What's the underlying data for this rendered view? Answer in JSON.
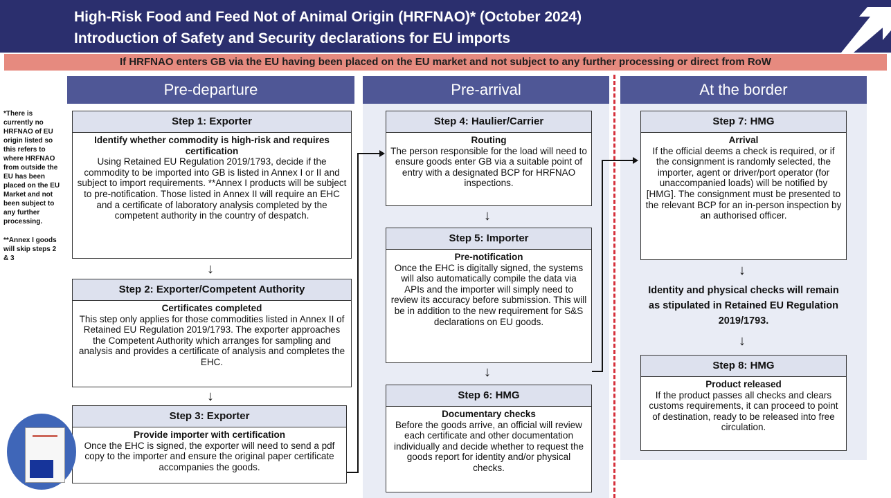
{
  "header": {
    "title_line1": "High-Risk Food and Feed Not of Animal Origin (HRFNAO)* (October 2024)",
    "title_line2": "Introduction of Safety and Security declarations for EU imports",
    "logo_icon": "arrow-up-right-icon"
  },
  "banner": "If HRFNAO enters GB via the EU having been placed on the EU market and not subject to any further processing or direct from RoW",
  "columns": {
    "pre_departure": "Pre-departure",
    "pre_arrival": "Pre-arrival",
    "at_border": "At the border"
  },
  "sidenote": {
    "note1": "*There is currently no HRFNAO of EU origin listed so this refers to where HRFNAO from outside the EU has been placed on the EU Market and not been subject to any further processing.",
    "note2": "**Annex I goods will skip steps 2 & 3"
  },
  "steps": {
    "s1": {
      "title": "Step 1: Exporter",
      "subtitle": "Identify whether commodity is high-risk and requires certification",
      "body": "Using Retained EU Regulation 2019/1793, decide if the commodity to be imported into GB is listed in Annex I or II and subject to import requirements. **Annex I products will be subject to pre-notification. Those listed in Annex II will require an EHC and a certificate of laboratory analysis completed by the competent authority in the country of despatch."
    },
    "s2": {
      "title": "Step 2: Exporter/Competent Authority",
      "subtitle": "Certificates completed",
      "body": "This step only applies for those commodities listed in Annex II of Retained EU Regulation 2019/1793.  The exporter approaches the Competent Authority which arranges for sampling and analysis and provides a certificate of analysis and completes the EHC."
    },
    "s3": {
      "title": "Step 3: Exporter",
      "subtitle": "Provide importer with certification",
      "body": "Once the EHC is signed, the exporter will need to send a pdf copy to the importer and ensure the original paper certificate accompanies the goods."
    },
    "s4": {
      "title": "Step 4: Haulier/Carrier",
      "subtitle": "Routing",
      "body": "The person responsible for the load will need to ensure goods enter GB via a suitable point of entry with a designated BCP for HRFNAO inspections."
    },
    "s5": {
      "title": "Step 5: Importer",
      "subtitle": "Pre-notification",
      "body": "Once the EHC is digitally signed, the systems will also automatically compile the data via APIs and the importer will simply need to review its accuracy before submission. This will be in addition to the new requirement for S&S declarations on EU goods."
    },
    "s6": {
      "title": "Step 6: HMG",
      "subtitle": "Documentary checks",
      "body": "Before the goods arrive, an official  will review each certificate and other documentation individually and decide whether to request the goods report for identity and/or physical checks."
    },
    "s7": {
      "title": "Step 7: HMG",
      "subtitle": "Arrival",
      "body": "If the official deems a check is required, or if the consignment is randomly selected, the importer, agent or driver/port operator (for unaccompanied loads) will be notified by [HMG]. The consignment must be presented to the relevant BCP for an in-person inspection by an authorised officer."
    },
    "s8": {
      "title": "Step 8: HMG",
      "subtitle": "Product released",
      "body": "If the product passes all checks and clears customs requirements, it can proceed to point of destination, ready to be released into free circulation."
    }
  },
  "identity_checks": "Identity and physical checks will remain as stipulated in Retained EU Regulation 2019/1793.",
  "colors": {
    "header_bg": "#2b2f6e",
    "banner_bg": "#e68a7f",
    "column_head_bg": "#4f5796",
    "step_head_bg": "#dde1ee",
    "divider": "#d5303b"
  },
  "icons": {
    "down_arrow": "↓",
    "eu_document": "eu-certificate-icon"
  }
}
